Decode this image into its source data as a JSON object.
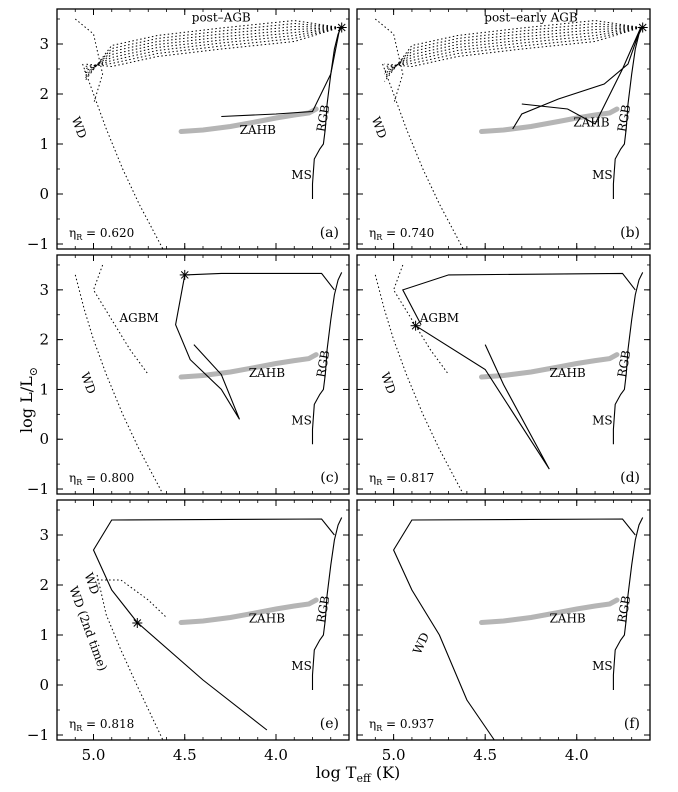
{
  "figure": {
    "ylabel": "log L/L⊙",
    "xlabel": "log Teff (K)",
    "ylabel_main": "log L/L",
    "ylabel_sun": "⊙",
    "xlabel_main": "log T",
    "xlabel_sub": "eff",
    "xlabel_unit": " (K)"
  },
  "chart_data": [
    {
      "panel": "(a)",
      "eta_text": "0.620",
      "eta_prefix": "η",
      "eta_sub": "R",
      "labels": [
        "post–AGB",
        "WD",
        "ZAHB",
        "RGB",
        "MS"
      ]
    },
    {
      "panel": "(b)",
      "eta_text": "0.740",
      "eta_prefix": "η",
      "eta_sub": "R",
      "labels": [
        "post–early AGB",
        "WD",
        "ZAHB",
        "RGB",
        "MS"
      ]
    },
    {
      "panel": "(c)",
      "eta_text": "0.800",
      "eta_prefix": "η",
      "eta_sub": "R",
      "labels": [
        "AGBM",
        "WD",
        "ZAHB",
        "RGB",
        "MS"
      ]
    },
    {
      "panel": "(d)",
      "eta_text": "0.817",
      "eta_prefix": "η",
      "eta_sub": "R",
      "labels": [
        "AGBM",
        "WD",
        "ZAHB",
        "RGB",
        "MS"
      ]
    },
    {
      "panel": "(e)",
      "eta_text": "0.818",
      "eta_prefix": "η",
      "eta_sub": "R",
      "labels": [
        "WD",
        "WD (2nd time)",
        "ZAHB",
        "RGB",
        "MS"
      ]
    },
    {
      "panel": "(f)",
      "eta_text": "0.937",
      "eta_prefix": "η",
      "eta_sub": "R",
      "labels": [
        "WD",
        "ZAHB",
        "RGB",
        "MS"
      ]
    }
  ],
  "axes": {
    "x_ticks": [
      "5.0",
      "4.5",
      "4.0"
    ],
    "y_ticks": [
      "3",
      "2",
      "1",
      "0",
      "−1"
    ],
    "x_range": [
      5.2,
      3.6
    ],
    "y_range": [
      -1.1,
      3.7
    ],
    "x_reversed": true
  },
  "zahb_color": "#b5b5b5"
}
